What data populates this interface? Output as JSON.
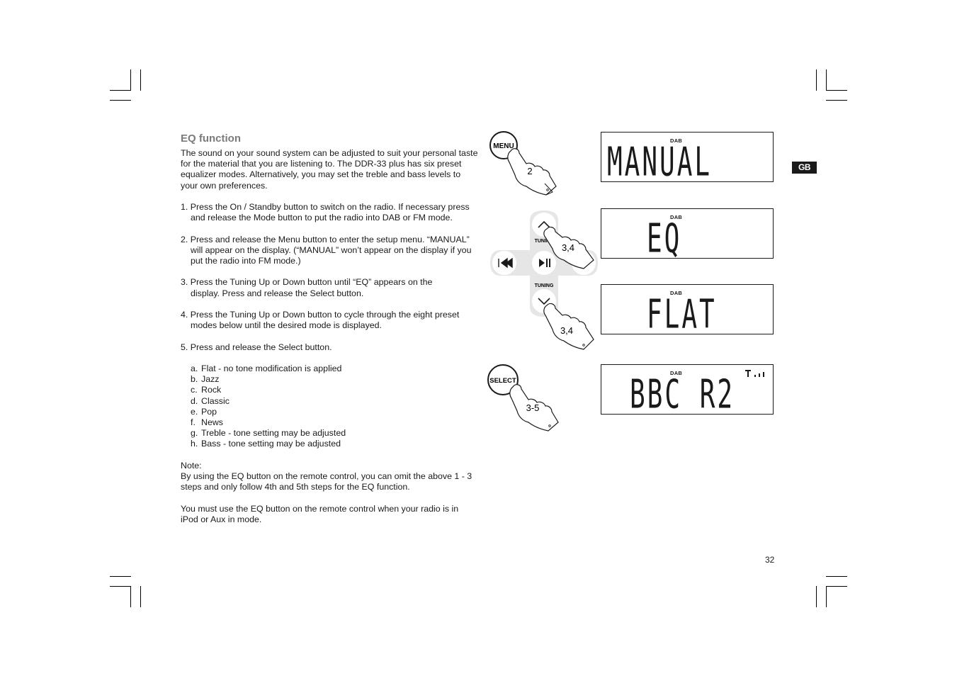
{
  "section_title": "EQ function",
  "intro": "The sound on your sound system can be adjusted to suit your personal taste for the material that you are listening to. The DDR-33 plus has six preset equalizer modes. Alternatively, you may set the treble and bass levels to your own preferences.",
  "steps": [
    "1. Press the On / Standby button to switch on the radio. If necessary press and release the Mode button to put the radio into DAB or FM mode.",
    "2. Press and release the Menu button to enter the setup menu. “MANUAL” will appear on the display. (“MANUAL” won’t appear on the display if you put the radio into FM mode.)",
    "3. Press the Tuning Up or Down button until “EQ” appears on the display. Press and release the Select button.",
    "4. Press the Tuning Up or Down button to cycle through the eight preset modes below until the desired mode is displayed.",
    "5. Press and release the Select button."
  ],
  "modes": [
    {
      "letter": "a.",
      "text": "Flat - no tone modification is applied"
    },
    {
      "letter": "b.",
      "text": "Jazz"
    },
    {
      "letter": "c.",
      "text": "Rock"
    },
    {
      "letter": "d.",
      "text": "Classic"
    },
    {
      "letter": "e.",
      "text": "Pop"
    },
    {
      "letter": "f.",
      "text": "News"
    },
    {
      "letter": "g.",
      "text": "Treble - tone setting may be adjusted"
    },
    {
      "letter": "h.",
      "text": "Bass - tone setting may be adjusted"
    }
  ],
  "note_label": "Note:",
  "note_1": "By using the EQ button on the remote control, you can omit the above 1 - 3 steps and only follow 4th and 5th steps for the EQ function.",
  "note_2": "You must use the EQ button on the remote control when your radio is in iPod or Aux in mode.",
  "language_tag": "GB",
  "page_number": "32",
  "buttons": {
    "menu": "MENU",
    "select": "SELECT",
    "tuning_up": "TUNING",
    "tuning_down": "TUNING"
  },
  "finger_labels": {
    "menu": "2",
    "tuning_up": "3,4",
    "tuning_down": "3,4",
    "select": "3-5"
  },
  "displays": [
    {
      "indicator": "DAB",
      "text": "MANUAL"
    },
    {
      "indicator": "DAB",
      "text": "EQ"
    },
    {
      "indicator": "DAB",
      "text": "FLAT"
    },
    {
      "indicator": "DAB",
      "text": "BBC R2"
    }
  ]
}
